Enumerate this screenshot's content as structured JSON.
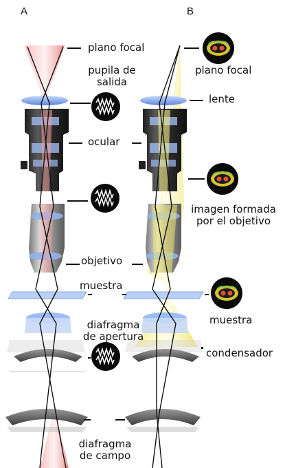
{
  "panels": {
    "a": "A",
    "b": "B"
  },
  "labels": {
    "plano_focal_a": "plano focal",
    "pupila_1": "pupila de",
    "pupila_2": "salida",
    "ocular": "ocular",
    "objetivo": "objetivo",
    "muestra_a": "muestra",
    "diafragma_ap_1": "diafragma",
    "diafragma_ap_2": "de apertura",
    "diafragma_campo_1": "diafragma",
    "diafragma_campo_2": "de campo",
    "plano_focal_b": "plano focal",
    "lente": "lente",
    "imagen_1": "imagen formada",
    "imagen_2": "por el objetivo",
    "muestra_b": "muestra",
    "condensador": "condensador"
  },
  "colors": {
    "beam_a": "#f2a0a0",
    "beam_b": "#f6f07a",
    "lens": "#8fb3ef",
    "body": "#3a3a3a",
    "image_blob": "#e2c22c"
  }
}
